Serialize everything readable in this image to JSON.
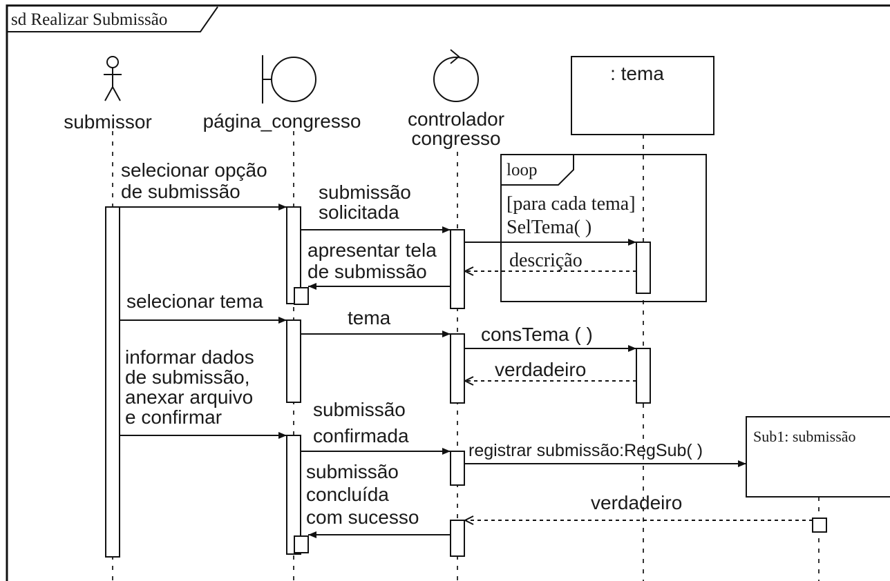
{
  "frame_title": "sd Realizar Submissão",
  "lifelines": {
    "submissor": "submissor",
    "pagina": "página_congresso",
    "controlador": [
      "controlador",
      "congresso"
    ],
    "tema": ": tema",
    "sub1": "Sub1: submissão"
  },
  "loop": {
    "label": "loop",
    "guard": "[para cada tema]"
  },
  "messages": {
    "selecionar_opcao": [
      "selecionar opção",
      "de submissão"
    ],
    "submissao_solicitada": [
      "submissão",
      "solicitada"
    ],
    "seltema": "SelTema( )",
    "descricao": "descrição",
    "apresentar_tela": [
      "apresentar tela",
      "de submissão"
    ],
    "selecionar_tema": "selecionar tema",
    "tema": "tema",
    "constema": "consTema ( )",
    "verdadeiro1": "verdadeiro",
    "informar_dados": [
      "informar dados",
      "de submissão,",
      "anexar arquivo",
      "e confirmar"
    ],
    "submissao_confirmada": [
      "submissão",
      "confirmada"
    ],
    "registrar": "registrar submissão:RegSub( )",
    "verdadeiro2": "verdadeiro",
    "submissao_concluida": [
      "submissão",
      "concluída",
      "com sucesso"
    ]
  }
}
